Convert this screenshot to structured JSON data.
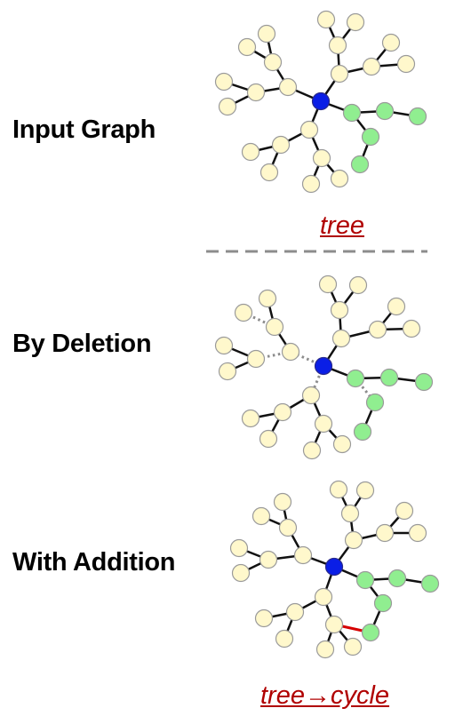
{
  "labels": {
    "input": "Input Graph",
    "deletion": "By Deletion",
    "addition": "With Addition"
  },
  "captions": {
    "input": "tree",
    "addition": "tree→cycle"
  },
  "colors": {
    "root": "#0a1ee6",
    "tree_node": "#fff8cc",
    "chain_node": "#90ee90",
    "edge": "#111111",
    "deleted_edge": "#8c8c8c",
    "added_edge": "#d60000",
    "caption": "#b00000",
    "divider": "#8c8c8c"
  }
}
